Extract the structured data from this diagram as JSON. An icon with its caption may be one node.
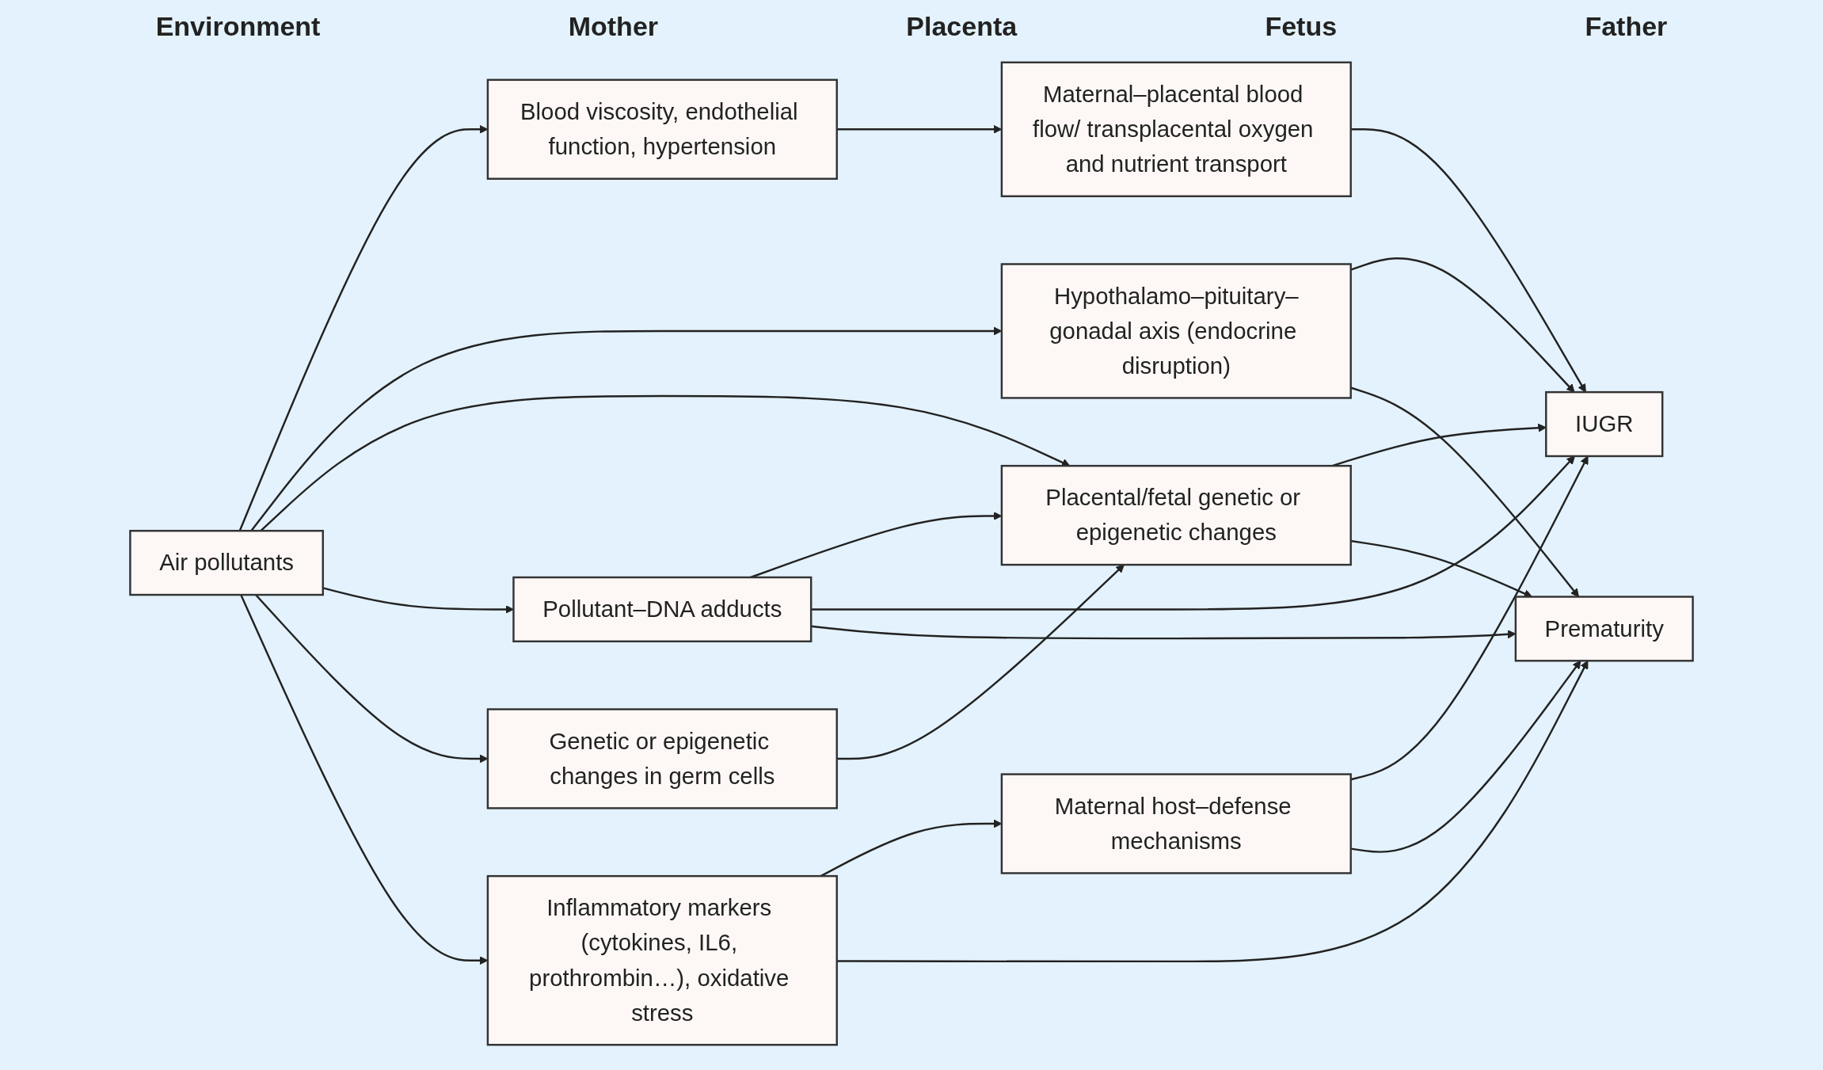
{
  "diagram": {
    "nodes": [
      {
        "text": [
          "Air pollutants"
        ]
      },
      {
        "text": [
          "Blood viscosity, endothelial function, hypertension"
        ]
      },
      {
        "text": [
          "Hypothalamo–pituitary–gonadal axis (endocrine disruption)"
        ]
      },
      {
        "text": [
          "Maternal host–defense mechanisms"
        ]
      },
      {
        "text": [
          "Inflammatory markers (cytokines, IL6, prothrombin…), oxidative stress"
        ]
      },
      {
        "text": [
          "Genetic or epigenetic changes in germ cells"
        ]
      },
      {
        "text": [
          "Maternal–placental blood flow/ transplacental oxygen and nutrient transport"
        ]
      },
      {
        "text": [
          "Placental/fetal genetic or epigenetic changes"
        ]
      },
      {
        "text": [
          "IUGR"
        ]
      },
      {
        "text": [
          "Pollutant–DNA adducts"
        ]
      },
      {
        "text": [
          "Prematurity"
        ]
      }
    ],
    "edges": [
      {
        "from": 0,
        "to": 1,
        "arrow": "to"
      },
      {
        "from": 0,
        "to": 2,
        "arrow": "to"
      },
      {
        "from": 0,
        "to": 7,
        "arrow": "to"
      },
      {
        "from": 0,
        "to": 9,
        "arrow": "to"
      },
      {
        "from": 0,
        "to": 5,
        "arrow": "to"
      },
      {
        "from": 5,
        "to": 7,
        "arrow": "to"
      },
      {
        "from": 0,
        "to": 4,
        "arrow": "to"
      },
      {
        "from": 1,
        "to": 6,
        "arrow": "to"
      },
      {
        "from": 6,
        "to": 8,
        "arrow": "to"
      },
      {
        "from": 2,
        "to": 8,
        "arrow": "to"
      },
      {
        "from": 2,
        "to": 10,
        "arrow": "to"
      },
      {
        "from": 3,
        "to": 8,
        "arrow": "to"
      },
      {
        "from": 3,
        "to": 10,
        "arrow": "to"
      },
      {
        "from": 4,
        "to": 3,
        "arrow": "to"
      },
      {
        "from": 4,
        "to": 10,
        "arrow": "to"
      },
      {
        "from": 7,
        "to": 8,
        "arrow": "to"
      },
      {
        "from": 7,
        "to": 10,
        "arrow": "to"
      },
      {
        "from": 9,
        "to": 7,
        "arrow": "to"
      },
      {
        "from": 9,
        "to": 8,
        "arrow": "to"
      },
      {
        "from": 9,
        "to": 10,
        "arrow": "to"
      }
    ],
    "labels": [
      "Environment",
      "Mother",
      "Placenta",
      "Fetus",
      "Father"
    ]
  }
}
